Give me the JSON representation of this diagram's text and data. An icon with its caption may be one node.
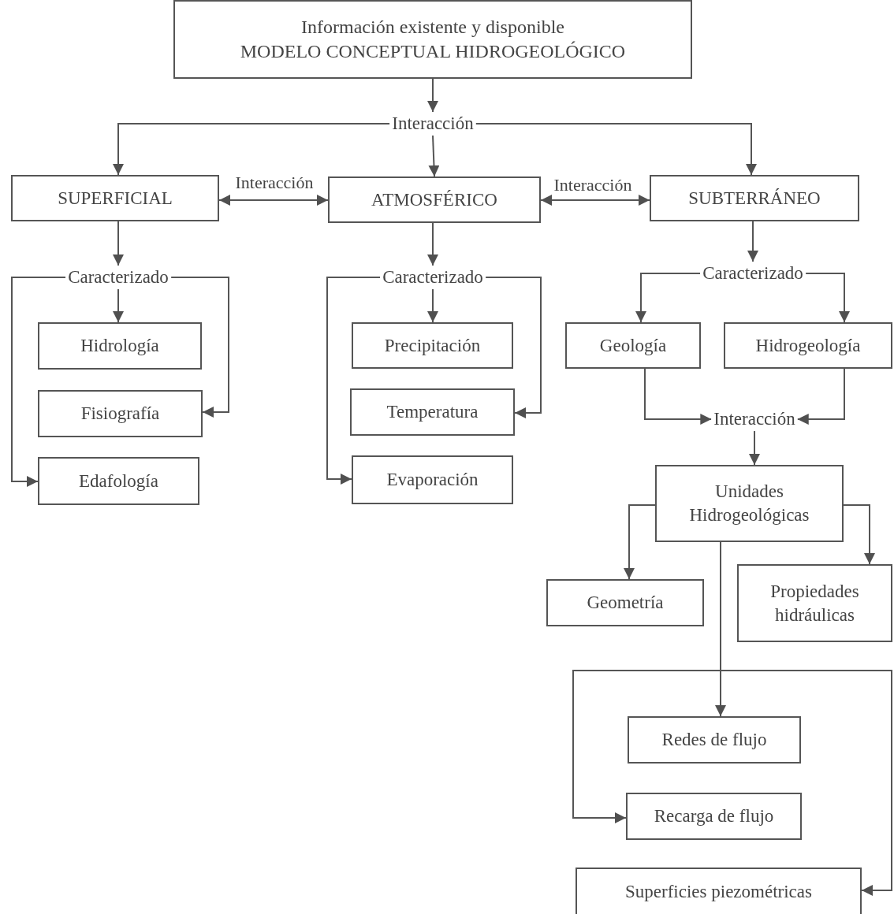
{
  "diagram": {
    "nodes": [
      {
        "text": [
          "Información existente y disponible",
          "MODELO CONCEPTUAL HIDROGEOLÓGICO"
        ]
      },
      {
        "text": [
          "Interacción"
        ]
      },
      {
        "text": [
          "SUPERFICIAL"
        ]
      },
      {
        "text": [
          "ATMOSFÉRICO"
        ]
      },
      {
        "text": [
          "SUBTERRÁNEO"
        ]
      },
      {
        "text": [
          "Caracterizado"
        ]
      },
      {
        "text": [
          "Hidrología"
        ]
      },
      {
        "text": [
          "Fisiografía"
        ]
      },
      {
        "text": [
          "Edafología"
        ]
      },
      {
        "text": [
          "Caracterizado"
        ]
      },
      {
        "text": [
          "Precipitación"
        ]
      },
      {
        "text": [
          "Temperatura"
        ]
      },
      {
        "text": [
          "Evaporación"
        ]
      },
      {
        "text": [
          "Caracterizado"
        ]
      },
      {
        "text": [
          "Geología"
        ]
      },
      {
        "text": [
          "Hidrogeología"
        ]
      },
      {
        "text": [
          "Interacción"
        ]
      },
      {
        "text": [
          "Unidades Hidrogeológicas"
        ]
      },
      {
        "text": [
          "Geometría"
        ]
      },
      {
        "text": [
          "Propiedades hidráulicas"
        ]
      },
      {
        "text": [
          "Redes de flujo"
        ]
      },
      {
        "text": [
          "Recarga de flujo"
        ]
      },
      {
        "text": [
          "Superficies piezométricas"
        ]
      }
    ],
    "edges": [
      {
        "from": 0,
        "to": 1,
        "arrow": "to"
      },
      {
        "from": 1,
        "to": 2,
        "arrow": "to"
      },
      {
        "from": 1,
        "to": 3,
        "arrow": "to"
      },
      {
        "from": 1,
        "to": 4,
        "arrow": "to"
      },
      {
        "from": 2,
        "to": 3,
        "arrow": "both",
        "label": "Interacción"
      },
      {
        "from": 3,
        "to": 4,
        "arrow": "both",
        "label": "Interacción"
      },
      {
        "from": 2,
        "to": 5,
        "arrow": "to"
      },
      {
        "from": 5,
        "to": 6,
        "arrow": "to"
      },
      {
        "from": 5,
        "to": 7,
        "arrow": "to"
      },
      {
        "from": 5,
        "to": 8,
        "arrow": "to"
      },
      {
        "from": 3,
        "to": 9,
        "arrow": "to"
      },
      {
        "from": 9,
        "to": 10,
        "arrow": "to"
      },
      {
        "from": 9,
        "to": 11,
        "arrow": "to"
      },
      {
        "from": 9,
        "to": 12,
        "arrow": "to"
      },
      {
        "from": 4,
        "to": 13,
        "arrow": "to"
      },
      {
        "from": 13,
        "to": 14,
        "arrow": "to"
      },
      {
        "from": 13,
        "to": 15,
        "arrow": "to"
      },
      {
        "from": 14,
        "to": 16,
        "arrow": "to"
      },
      {
        "from": 15,
        "to": 16,
        "arrow": "to"
      },
      {
        "from": 16,
        "to": 17,
        "arrow": "to"
      },
      {
        "from": 17,
        "to": 18,
        "arrow": "to"
      },
      {
        "from": 17,
        "to": 19,
        "arrow": "to"
      },
      {
        "from": 17,
        "to": 20,
        "arrow": "to"
      },
      {
        "from": 17,
        "to": 21,
        "arrow": "to"
      },
      {
        "from": 17,
        "to": 22,
        "arrow": "to"
      }
    ]
  }
}
